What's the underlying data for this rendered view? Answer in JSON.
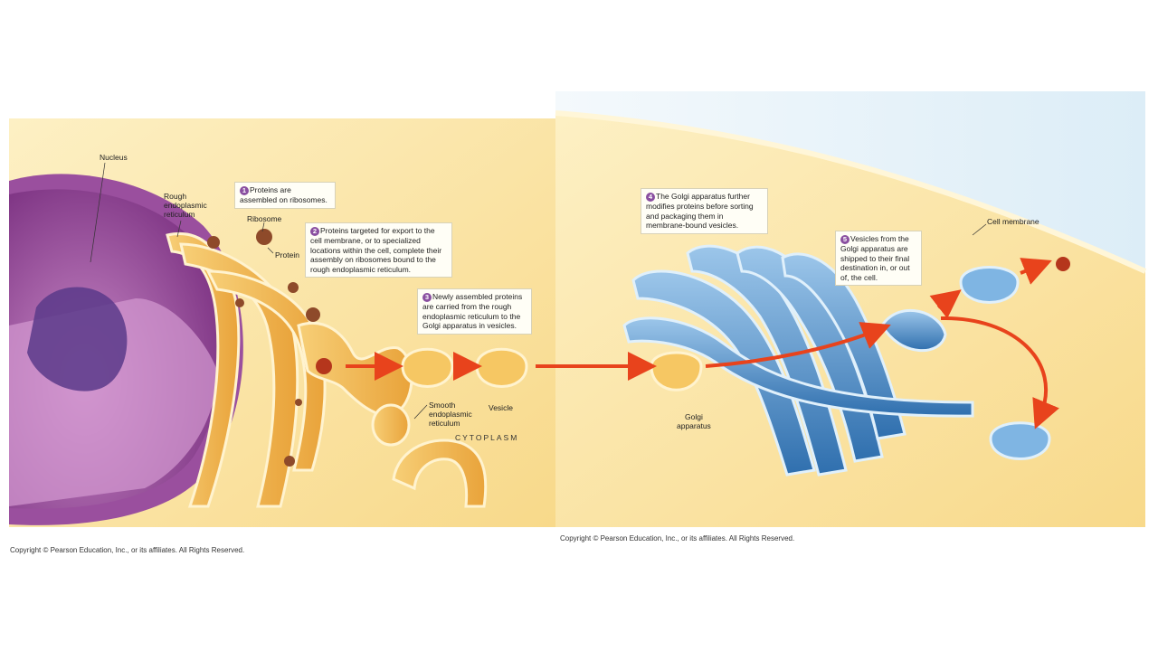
{
  "labels": {
    "nucleus": "Nucleus",
    "rough_er": "Rough\nendoplasmic\nreticulum",
    "ribosome": "Ribosome",
    "protein": "Protein",
    "smooth_er": "Smooth\nendoplasmic\nreticulum",
    "vesicle": "Vesicle",
    "cytoplasm": "CYTOPLASM",
    "golgi": "Golgi\napparatus",
    "cell_membrane": "Cell membrane"
  },
  "steps": [
    {
      "num": "1",
      "text": "Proteins are assembled on ribosomes."
    },
    {
      "num": "2",
      "text": "Proteins targeted for export to the cell membrane, or to specialized locations within the cell, complete their assembly on ribosomes bound to the rough endoplasmic reticulum."
    },
    {
      "num": "3",
      "text": "Newly assembled proteins are carried from the rough endoplasmic reticulum to the Golgi apparatus in vesicles."
    },
    {
      "num": "4",
      "text": "The Golgi apparatus further modifies proteins before sorting and packaging them in membrane-bound vesicles."
    },
    {
      "num": "5",
      "text": "Vesicles from the Golgi apparatus are shipped to their final destination in, or out of, the cell."
    }
  ],
  "copyright_left": "Copyright © Pearson Education, Inc., or its affiliates.  All Rights Reserved.",
  "copyright_right": "Copyright © Pearson Education, Inc., or its affiliates.  All Rights Reserved.",
  "colors": {
    "cytoplasm": "#fbe6a6",
    "nucleus": "#8b3f8f",
    "er": "#f2b84b",
    "golgi": "#4d8fc9",
    "arrow": "#e8431c",
    "protein": "#b5361c"
  }
}
